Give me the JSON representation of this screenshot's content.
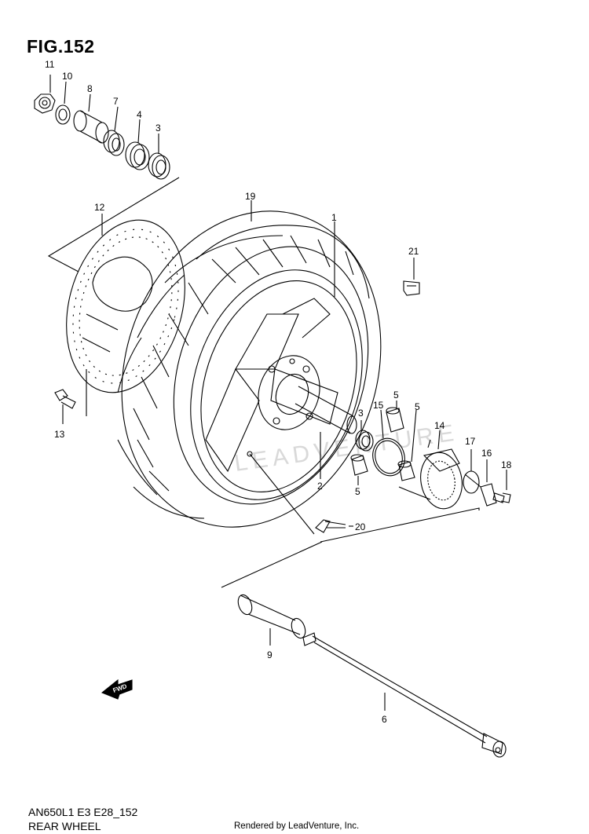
{
  "figure": {
    "title": "FIG.152",
    "model_code": "AN650L1 E3 E28_152",
    "section_name": "REAR WHEEL",
    "credit": "Rendered by LeadVenture, Inc.",
    "watermark": "LEADVENTURE"
  },
  "callouts": {
    "c1": "1",
    "c2": "2",
    "c3a": "3",
    "c3b": "3",
    "c4": "4",
    "c5a": "5",
    "c5b": "5",
    "c5c": "5",
    "c6": "6",
    "c7": "7",
    "c8": "8",
    "c9": "9",
    "c10": "10",
    "c11": "11",
    "c12": "12",
    "c13": "13",
    "c14": "14",
    "c15": "15",
    "c16": "16",
    "c17": "17",
    "c18": "18",
    "c19": "19",
    "c20": "20",
    "c21": "21"
  },
  "fwd_arrow_label": "FWD",
  "colors": {
    "line": "#000000",
    "background": "#ffffff",
    "watermark": "#d9d9d9"
  }
}
